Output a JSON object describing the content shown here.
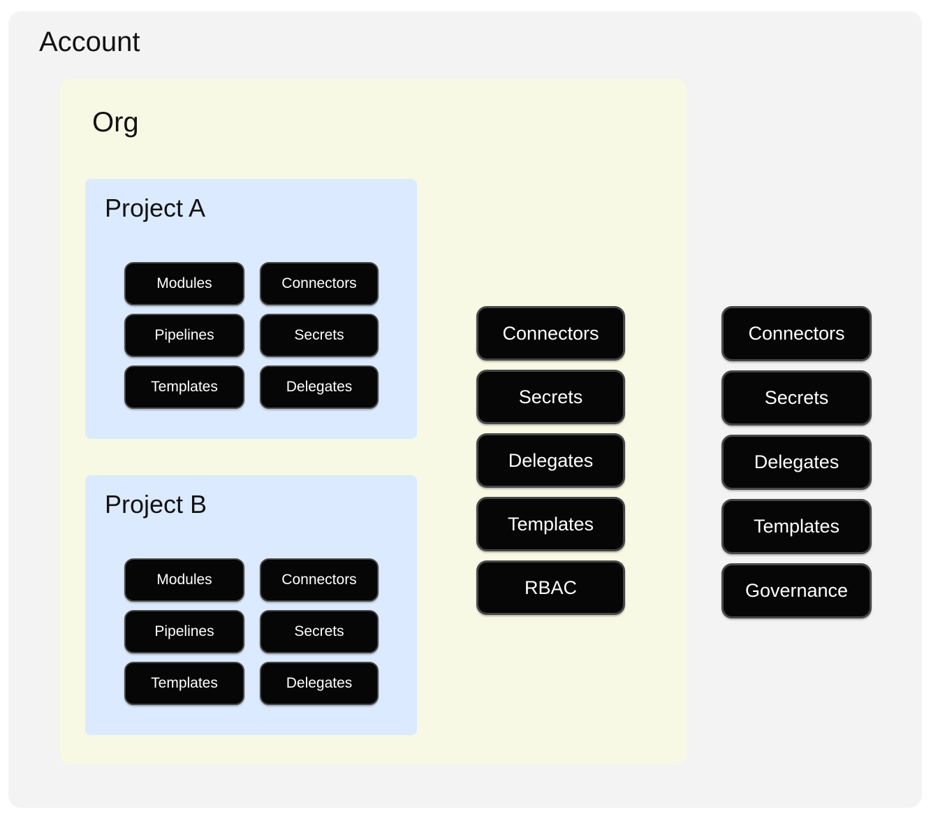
{
  "colors": {
    "page-bg": "#ffffff",
    "account-bg": "#f3f3f3",
    "org-bg": "#f7f9e4",
    "project-bg": "#dbeafe",
    "chip-bg": "#060606",
    "chip-border": "#474747",
    "chip-text": "#ffffff",
    "label-text": "#121212"
  },
  "account": {
    "label": "Account",
    "chips": [
      "Connectors",
      "Secrets",
      "Delegates",
      "Templates",
      "Governance"
    ],
    "org": {
      "label": "Org",
      "chips": [
        "Connectors",
        "Secrets",
        "Delegates",
        "Templates",
        "RBAC"
      ],
      "projects": [
        {
          "label": "Project A",
          "chips": [
            "Modules",
            "Connectors",
            "Pipelines",
            "Secrets",
            "Templates",
            "Delegates"
          ]
        },
        {
          "label": "Project B",
          "chips": [
            "Modules",
            "Connectors",
            "Pipelines",
            "Secrets",
            "Templates",
            "Delegates"
          ]
        }
      ]
    }
  }
}
